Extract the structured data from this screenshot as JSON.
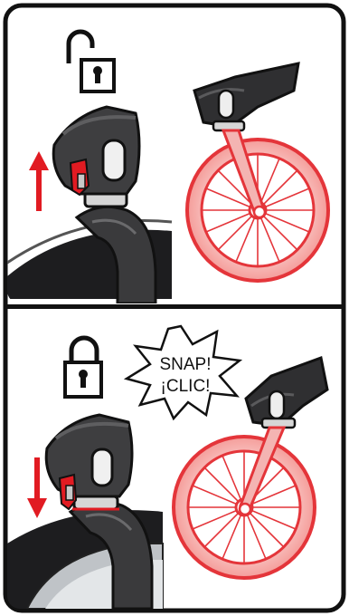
{
  "panels": {
    "unlock": {
      "state_icon": "lock-open-icon",
      "arrow_direction": "up"
    },
    "lock": {
      "state_icon": "lock-closed-icon",
      "arrow_direction": "down",
      "callout": {
        "line1": "SNAP!",
        "line2": "¡CLIC!"
      }
    }
  },
  "colors": {
    "frame": "#111111",
    "accent_red": "#e11b22",
    "wheel_fill": "#f7a9a7",
    "wheel_rim": "#e4353a",
    "dark_part": "#3b3b3d",
    "mid_part": "#5a5a5c",
    "tire": "#222224"
  }
}
